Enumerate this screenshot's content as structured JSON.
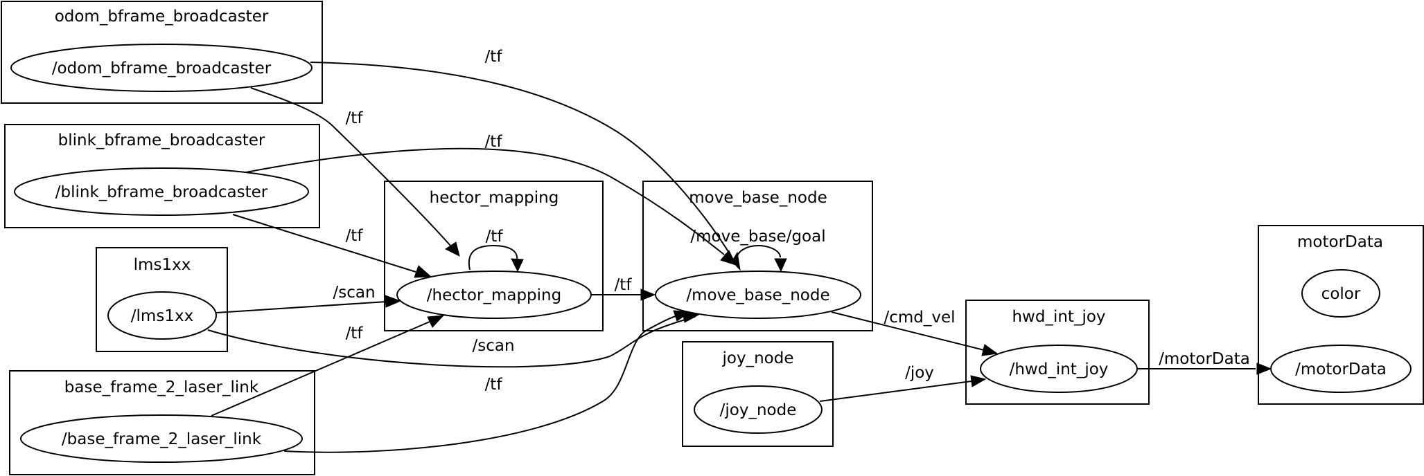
{
  "clusters": {
    "odom_bframe_broadcaster": "odom_bframe_broadcaster",
    "blink_bframe_broadcaster": "blink_bframe_broadcaster",
    "lms1xx": "lms1xx",
    "base_frame_2_laser_link": "base_frame_2_laser_link",
    "hector_mapping": "hector_mapping",
    "move_base_node": "move_base_node",
    "joy_node": "joy_node",
    "hwd_int_joy": "hwd_int_joy",
    "motorData": "motorData"
  },
  "nodes": {
    "odom_bframe_broadcaster": "/odom_bframe_broadcaster",
    "blink_bframe_broadcaster": "/blink_bframe_broadcaster",
    "lms1xx": "/lms1xx",
    "base_frame_2_laser_link": "/base_frame_2_laser_link",
    "hector_mapping": "/hector_mapping",
    "move_base_node": "/move_base_node",
    "joy_node": "/joy_node",
    "hwd_int_joy": "/hwd_int_joy",
    "color": "color",
    "motorData": "/motorData"
  },
  "edges": {
    "odom_to_move_base": "/tf",
    "odom_to_hector": "/tf",
    "blink_to_move_base": "/tf",
    "blink_to_hector": "/tf",
    "hector_self": "/tf",
    "lms_to_hector": "/scan",
    "lms_to_move_base": "/scan",
    "laser_link_to_hector": "/tf",
    "laser_link_to_move_base": "/tf",
    "hector_to_move_base": "/tf",
    "move_base_self": "/move_base/goal",
    "move_base_to_hwd": "/cmd_vel",
    "joy_to_hwd": "/joy",
    "hwd_to_motor": "/motorData"
  },
  "colors": {
    "stroke": "#000000",
    "background": "#ffffff"
  }
}
